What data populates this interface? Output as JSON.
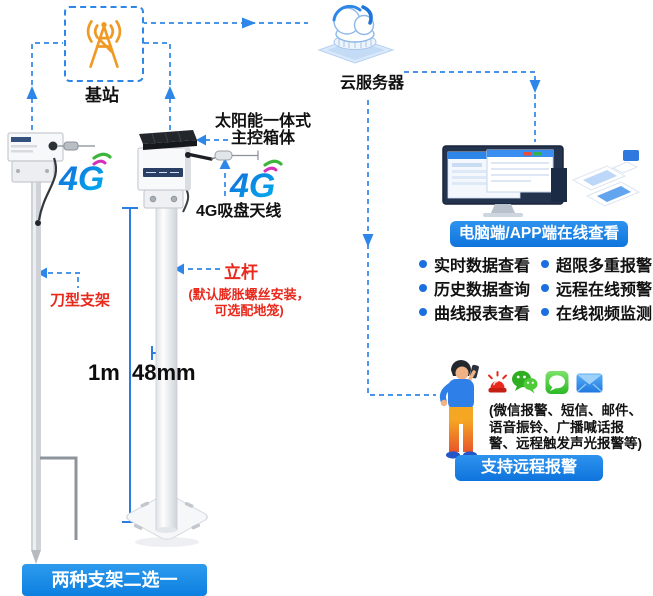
{
  "colors": {
    "line_blue": "#2e86e8",
    "banner_blue": "#1583e6",
    "alert_red": "#e8291c",
    "antenna_orange": "#f09a26",
    "measure_blue": "#2b7de0"
  },
  "base_station": {
    "label": "基站",
    "icon": "antenna-tower-icon"
  },
  "cloud_server": {
    "label": "云服务器",
    "icon": "cloud-server-icon"
  },
  "left_device": {
    "logo_4g": "4G",
    "bracket_label": "刀型支架"
  },
  "mid_device": {
    "logo_4g": "4G",
    "box_label_line1": "太阳能一体式",
    "box_label_line2": "主控箱体",
    "antenna_label": "4G吸盘天线",
    "pole_label": "立杆",
    "pole_note_line1": "(默认膨胀螺丝安装，",
    "pole_note_line2": "可选配地笼)",
    "height_label": "1m",
    "diameter_label": "48mm"
  },
  "bottom_banner": {
    "label": "两种支架二选一"
  },
  "pc_section": {
    "banner": "电脑端/APP端在线查看",
    "features": [
      "实时数据查看",
      "历史数据查询",
      "曲线报表查看",
      "超限多重报警",
      "远程在线预警",
      "在线视频监测"
    ]
  },
  "alarm_section": {
    "icons": [
      "siren-icon",
      "wechat-icon",
      "sms-icon",
      "mail-icon"
    ],
    "note_line1": "(微信报警、短信、邮件、",
    "note_line2": "语音振铃、广播喊话报",
    "note_line3": "警、远程触发声光报警等)",
    "banner": "支持远程报警"
  }
}
